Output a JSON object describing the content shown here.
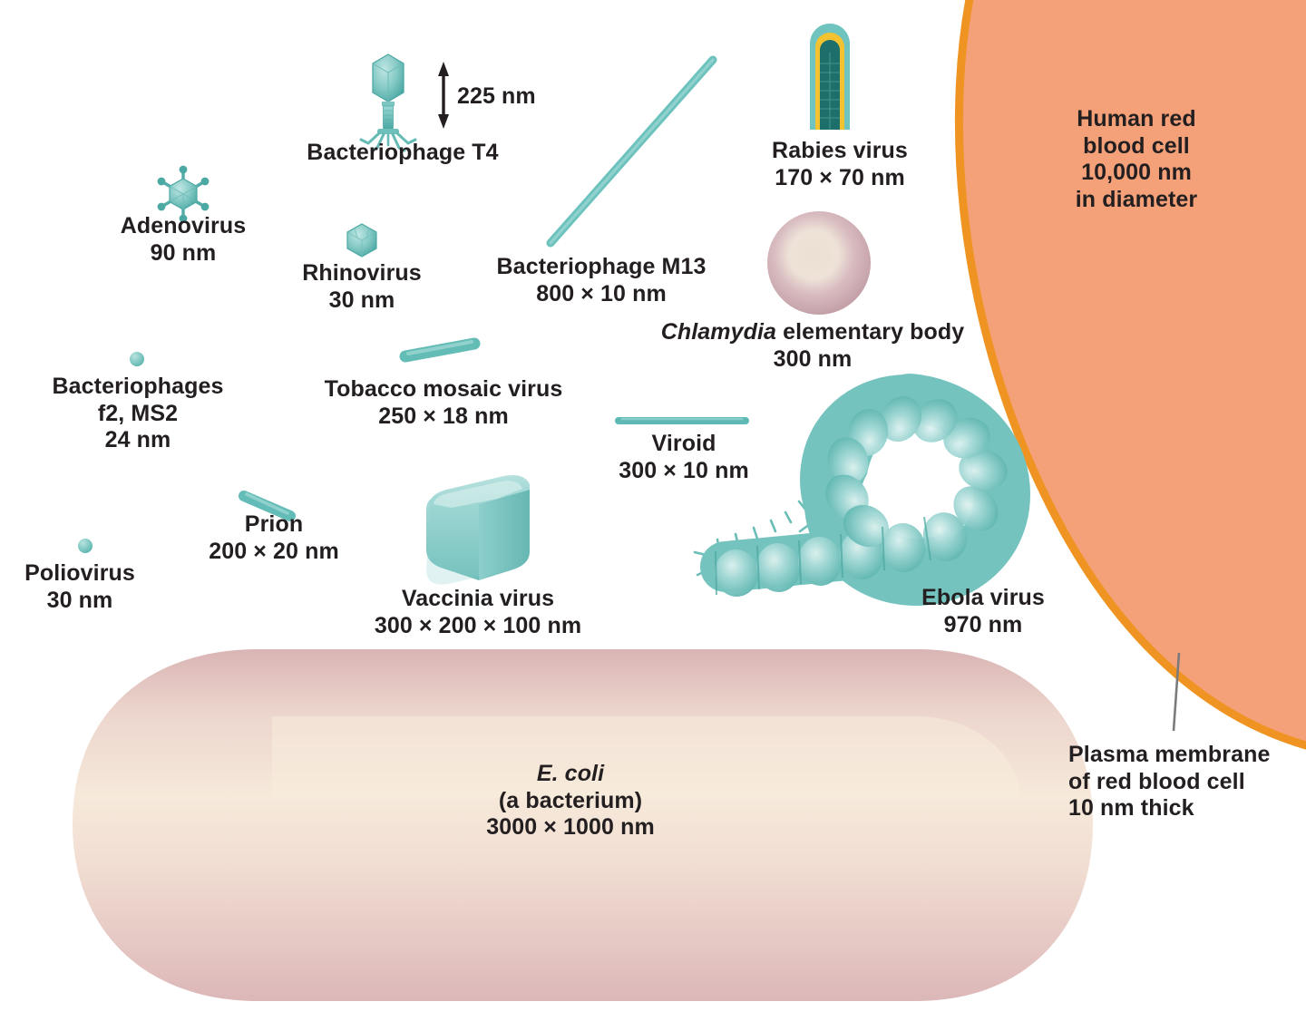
{
  "figure": {
    "title": "Relative sizes of viruses, bacteria, and a human red blood cell",
    "background": "#ffffff",
    "palette": {
      "virus_teal": "#7ec9c6",
      "virus_teal_dark": "#3f9c97",
      "rabies_core": "#1d6f6b",
      "rabies_ring": "#f2c230",
      "rbc_fill": "#f4a179",
      "rbc_membrane": "#ef9423",
      "ecoli_edge": "#d6afb0",
      "ecoli_center": "#f3e3d2",
      "chlamydia_outer": "#c9a3a9",
      "chlamydia_center": "#efe2d2",
      "text": "#231f20",
      "leader_line": "#6f6f6f"
    }
  },
  "items": [
    {
      "id": "adenovirus",
      "shape": "icosahedron-with-fibers",
      "label_lines": [
        "Adenovirus",
        "90 nm"
      ],
      "name": "Adenovirus",
      "size": "90 nm"
    },
    {
      "id": "bacteriophage-t4",
      "shape": "tailed-phage",
      "label_lines": [
        "Bacteriophage T4"
      ],
      "name": "Bacteriophage T4",
      "size": "225 nm",
      "dimension_callout": "225 nm"
    },
    {
      "id": "rhinovirus",
      "shape": "small-icosahedron",
      "label_lines": [
        "Rhinovirus",
        "30 nm"
      ],
      "name": "Rhinovirus",
      "size": "30 nm"
    },
    {
      "id": "bacteriophage-m13",
      "shape": "long-filament",
      "label_lines": [
        "Bacteriophage M13",
        "800 × 10 nm"
      ],
      "name": "Bacteriophage M13",
      "size": "800 × 10 nm"
    },
    {
      "id": "rabies-virus",
      "shape": "bullet",
      "label_lines": [
        "Rabies virus",
        "170 × 70 nm"
      ],
      "name": "Rabies virus",
      "size": "170 × 70 nm"
    },
    {
      "id": "chlamydia-elementary-body",
      "shape": "sphere",
      "label_name_italic": "Chlamydia",
      "label_name_rest": " elementary body",
      "label_lines": [
        "Chlamydia elementary body",
        "300 nm"
      ],
      "name": "Chlamydia elementary body",
      "size": "300 nm"
    },
    {
      "id": "bacteriophages-f2-ms2",
      "shape": "tiny-dot",
      "label_lines": [
        "Bacteriophages",
        "f2, MS2",
        "24 nm"
      ],
      "name": "Bacteriophages f2, MS2",
      "size": "24 nm"
    },
    {
      "id": "tobacco-mosaic-virus",
      "shape": "short-rod",
      "label_lines": [
        "Tobacco mosaic virus",
        "250 × 18 nm"
      ],
      "name": "Tobacco mosaic virus",
      "size": "250 × 18 nm"
    },
    {
      "id": "viroid",
      "shape": "thin-rod",
      "label_lines": [
        "Viroid",
        "300 × 10 nm"
      ],
      "name": "Viroid",
      "size": "300 × 10 nm"
    },
    {
      "id": "poliovirus",
      "shape": "tiny-dot",
      "label_lines": [
        "Poliovirus",
        "30 nm"
      ],
      "name": "Poliovirus",
      "size": "30 nm"
    },
    {
      "id": "prion",
      "shape": "short-rod",
      "label_lines": [
        "Prion",
        "200 × 20 nm"
      ],
      "name": "Prion",
      "size": "200 × 20 nm"
    },
    {
      "id": "vaccinia-virus",
      "shape": "rounded-box",
      "label_lines": [
        "Vaccinia virus",
        "300 × 200 × 100 nm"
      ],
      "name": "Vaccinia virus",
      "size": "300 × 200 × 100 nm"
    },
    {
      "id": "ebola-virus",
      "shape": "filamentous-crook",
      "label_lines": [
        "Ebola virus",
        "970 nm"
      ],
      "name": "Ebola virus",
      "size": "970 nm"
    },
    {
      "id": "ecoli",
      "shape": "rod-bacterium",
      "label_name_italic": "E. coli",
      "label_lines": [
        "E. coli",
        "(a bacterium)",
        "3000 × 1000 nm"
      ],
      "name": "E. coli (a bacterium)",
      "size": "3000 × 1000 nm",
      "note": "(a bacterium)"
    },
    {
      "id": "human-red-blood-cell",
      "shape": "large-disc-arc",
      "label_lines": [
        "Human red",
        "blood cell",
        "10,000 nm",
        "in diameter"
      ],
      "name": "Human red blood cell",
      "size": "10,000 nm in diameter"
    },
    {
      "id": "plasma-membrane",
      "shape": "leader-line",
      "label_lines": [
        "Plasma membrane",
        "of red blood cell",
        "10 nm thick"
      ],
      "name": "Plasma membrane of red blood cell",
      "size": "10 nm thick"
    }
  ],
  "labels": {
    "adenovirus": "Adenovirus\n90 nm",
    "bacteriophage_t4": "Bacteriophage T4",
    "dimension_225": "225 nm",
    "rhinovirus": "Rhinovirus\n30 nm",
    "bacteriophage_m13": "Bacteriophage M13\n800 × 10 nm",
    "rabies_virus": "Rabies virus\n170 × 70 nm",
    "chlamydia_italic": "Chlamydia",
    "chlamydia_rest": " elementary body",
    "chlamydia_size": "300 nm",
    "bacteriophages_f2_ms2": "Bacteriophages\nf2, MS2\n24 nm",
    "tobacco_mosaic_virus": "Tobacco mosaic virus\n250 × 18 nm",
    "viroid": "Viroid\n300 × 10 nm",
    "poliovirus": "Poliovirus\n30 nm",
    "prion": "Prion\n200 × 20 nm",
    "vaccinia_virus": "Vaccinia virus\n300 × 200 × 100 nm",
    "ebola_virus": "Ebola virus\n970 nm",
    "ecoli_italic": "E. coli",
    "ecoli_rest": "(a bacterium)\n3000 × 1000 nm",
    "human_rbc": "Human red\nblood cell\n10,000 nm\nin diameter",
    "plasma_membrane": "Plasma membrane\nof red blood cell\n10 nm thick"
  }
}
